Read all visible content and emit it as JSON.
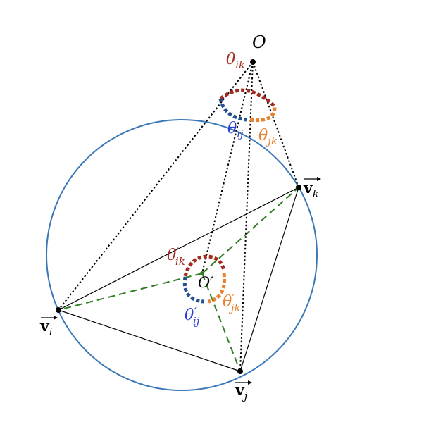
{
  "colors": {
    "circle": "#3b78b8",
    "triangle": "#000000",
    "dotted": "#000000",
    "green_dash": "#2f7d22",
    "arc_ik": "#a32a1f",
    "arc_ij": "#24508f",
    "arc_jk": "#e8822f",
    "label_ik": "#a32a1f",
    "label_ij": "#2a3fd0",
    "label_jk": "#e8822f"
  },
  "labels": {
    "apex": {
      "main": "O"
    },
    "center": {
      "main": "O",
      "prime": "′"
    },
    "vi": {
      "main": "v",
      "sub": "i"
    },
    "vj": {
      "main": "v",
      "sub": "j"
    },
    "vk": {
      "main": "v",
      "sub": "k"
    },
    "theta_ik": {
      "main": "θ",
      "sub": "ik"
    },
    "theta_ij": {
      "main": "θ",
      "sub": "ij"
    },
    "theta_jk": {
      "main": "θ",
      "sub": "jk"
    },
    "theta_ik_prime": {
      "main": "θ",
      "prime": "′",
      "sub": "ik"
    },
    "theta_ij_prime": {
      "main": "θ",
      "prime": "′",
      "sub": "ij"
    },
    "theta_jk_prime": {
      "main": "θ",
      "prime": "′",
      "sub": "jk"
    }
  }
}
